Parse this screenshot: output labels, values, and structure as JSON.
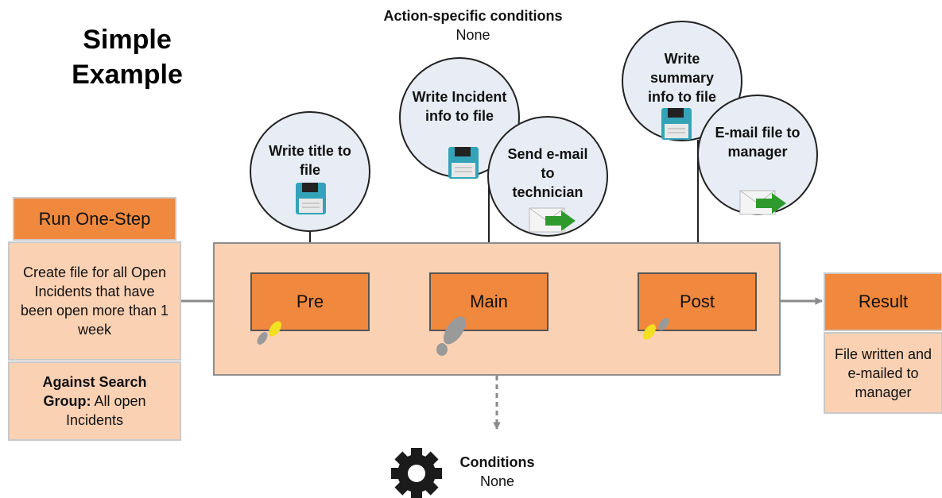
{
  "title": {
    "line1": "Simple",
    "line2": "Example"
  },
  "action_conditions": {
    "heading": "Action-specific conditions",
    "value": "None"
  },
  "run_panel": {
    "header": "Run One-Step",
    "description": "Create file for all Open Incidents that have been open more than 1 week",
    "search_label": "Against Search Group:",
    "search_value": "All open Incidents"
  },
  "stages": {
    "pre": "Pre",
    "main": "Main",
    "post": "Post"
  },
  "bubbles": {
    "write_title": "Write title to file",
    "write_incident": "Write Incident info to file",
    "send_email": "Send e-mail to technician",
    "write_summary": "Write summary info to file",
    "email_manager": "E-mail file to manager"
  },
  "result": {
    "header": "Result",
    "text": "File written and e-mailed to manager"
  },
  "conditions": {
    "heading": "Conditions",
    "value": "None"
  },
  "colors": {
    "stage": "#f0883e",
    "panel": "#fbd1b4",
    "bubble": "#e8edf5",
    "arrow": "#8a8a8a",
    "send_arrow": "#2e9a2e",
    "disk": "#33a3b8"
  },
  "icons": [
    "floppy-disk-icon",
    "email-send-icon",
    "footprints-icon",
    "footprint-icon",
    "gear-icon"
  ]
}
